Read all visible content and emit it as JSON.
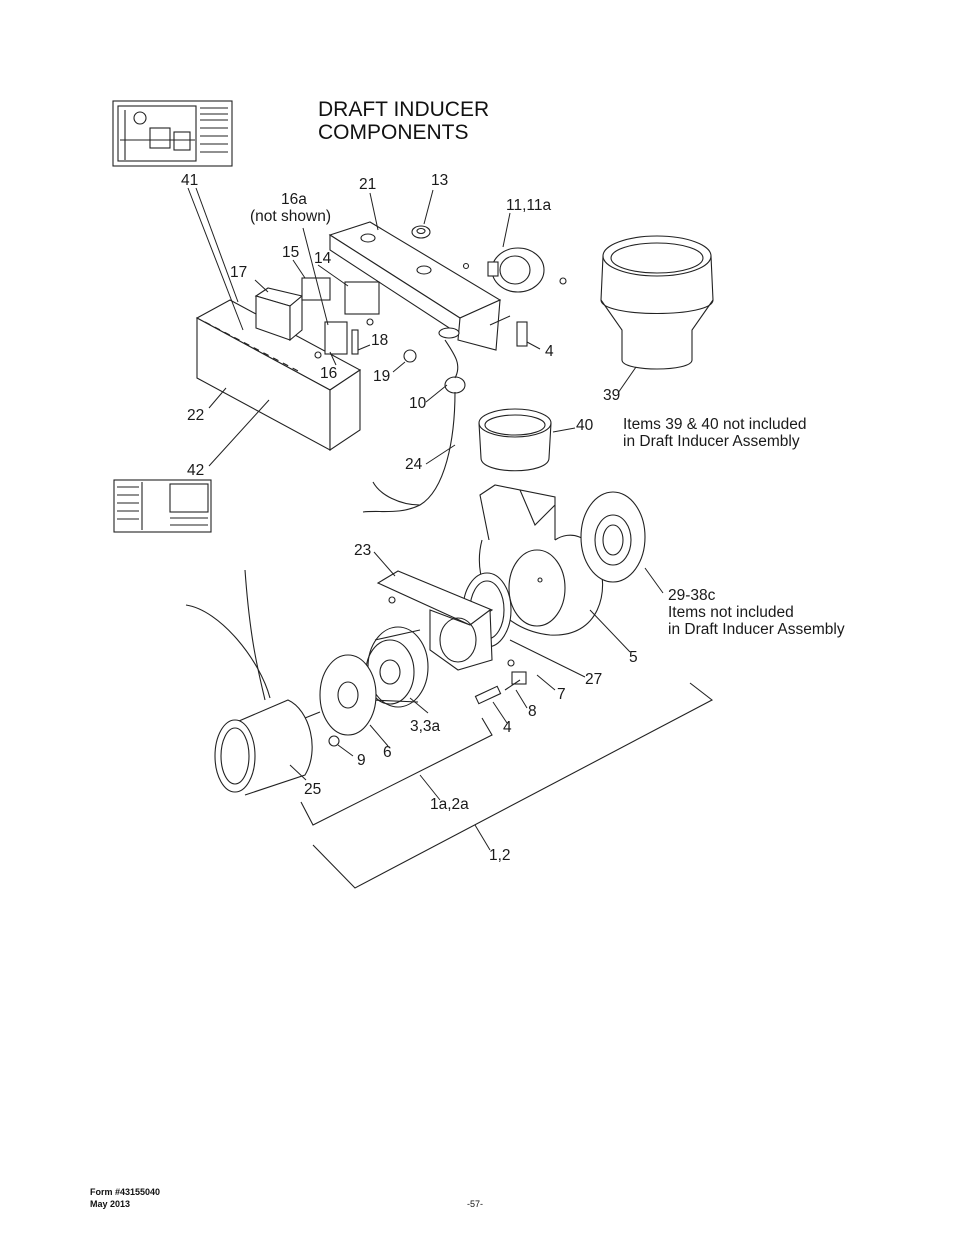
{
  "title": {
    "line1": "DRAFT INDUCER",
    "line2": "COMPONENTS"
  },
  "callouts": {
    "c41": "41",
    "c21": "21",
    "c13": "13",
    "c16a": "16a",
    "c16a_note": "(not shown)",
    "c11": "11,11a",
    "c15": "15",
    "c14": "14",
    "c17": "17",
    "c18": "18",
    "c4a": "4",
    "c16": "16",
    "c19": "19",
    "c39": "39",
    "c10": "10",
    "c22": "22",
    "c40": "40",
    "c24": "24",
    "c42": "42",
    "c23": "23",
    "c2938": "29-38c",
    "c5": "5",
    "c27": "27",
    "c7": "7",
    "c8": "8",
    "c33a": "3,3a",
    "c4b": "4",
    "c6": "6",
    "c9": "9",
    "c25": "25",
    "c1a2a": "1a,2a",
    "c12": "1,2"
  },
  "notes": {
    "items_39_40_line1": "Items 39 & 40 not included",
    "items_39_40_line2": "in Draft Inducer Assembly",
    "items_29_38_line1": "Items not included",
    "items_29_38_line2": "in Draft Inducer Assembly"
  },
  "footer": {
    "form": "Form #43155040",
    "date": "May 2013",
    "page": "-57-"
  }
}
